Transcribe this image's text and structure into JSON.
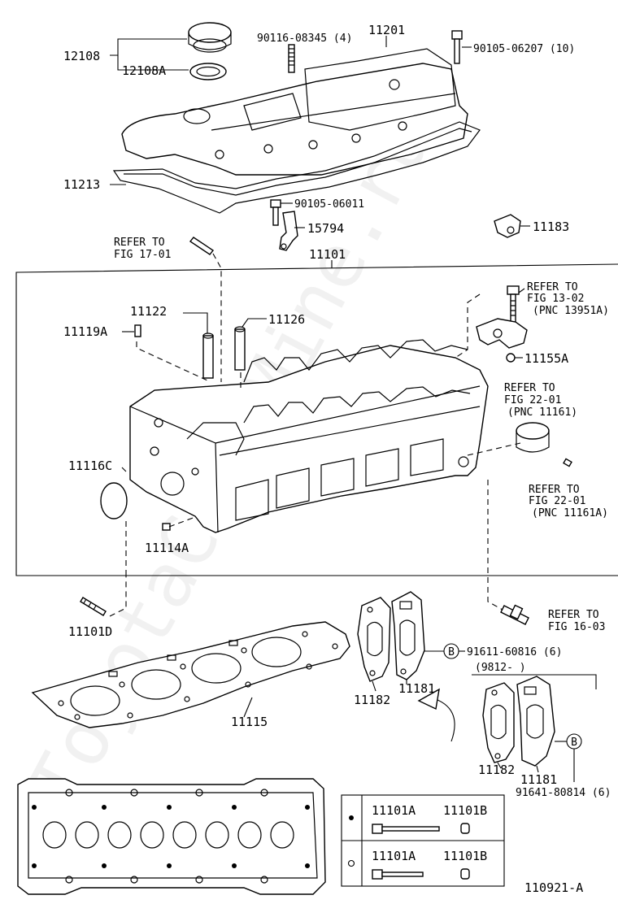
{
  "watermark": "ToyotaCar.Mine.ru",
  "labels": {
    "p12108": "12108",
    "p12108A": "12108A",
    "p90116": "90116-08345 (4)",
    "p11201": "11201",
    "p90105_06207": "90105-06207 (10)",
    "p11213": "11213",
    "p90105_06011": "90105-06011",
    "p15794": "15794",
    "p11183": "11183",
    "refer_17_a": "REFER TO",
    "refer_17_b": "FIG 17-01",
    "p11101": "11101",
    "refer_13_a": "REFER TO",
    "refer_13_b": "FIG 13-02",
    "refer_13_c": "(PNC 13951A)",
    "p11122": "11122",
    "p11126": "11126",
    "p11119A": "11119A",
    "p11155A": "11155A",
    "refer_22a_a": "REFER TO",
    "refer_22a_b": "FIG 22-01",
    "refer_22a_c": "(PNC 11161)",
    "p11116C": "11116C",
    "refer_22b_a": "REFER TO",
    "refer_22b_b": "FIG 22-01",
    "refer_22b_c": "(PNC 11161A)",
    "p11114A": "11114A",
    "p11101D": "11101D",
    "refer_16_a": "REFER TO",
    "refer_16_b": "FIG 16-03",
    "p91611": "91611-60816 (6)",
    "date_range": "(9812-      )",
    "p11181_a": "11181",
    "p11182_a": "11182",
    "p11115": "11115",
    "p11182_b": "11182",
    "p11181_b": "11181",
    "p91641": "91641-80814 (6)",
    "callout_b": "B",
    "table_row1_col1": "11101A",
    "table_row1_col2": "11101B",
    "table_row2_col1": "11101A",
    "table_row2_col2": "11101B",
    "figure_id": "110921-A"
  }
}
